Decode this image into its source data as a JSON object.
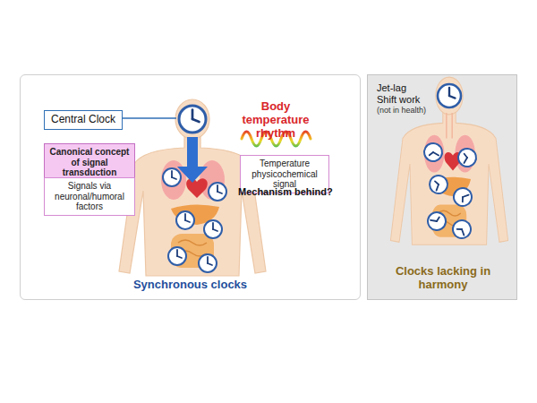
{
  "diagram": {
    "nodes": [
      {
        "text": [
          "Synchronous clocks"
        ]
      },
      {
        "text": [
          "Central Clock"
        ],
        "in": 0
      },
      {
        "text": [
          "Canonical concept of signal transduction"
        ],
        "in": 0
      },
      {
        "text": [
          "Signals via neuronal/humoral factors"
        ],
        "in": 0
      },
      {
        "text": [
          "Temperature physicochemical signal"
        ],
        "in": 0
      },
      {
        "text": [
          "Jet-lag Shift work",
          "(not in health)",
          "Clocks lacking in harmony"
        ]
      }
    ],
    "labels": [
      "Body temperature rhythm",
      "Mechanism behind?"
    ]
  }
}
